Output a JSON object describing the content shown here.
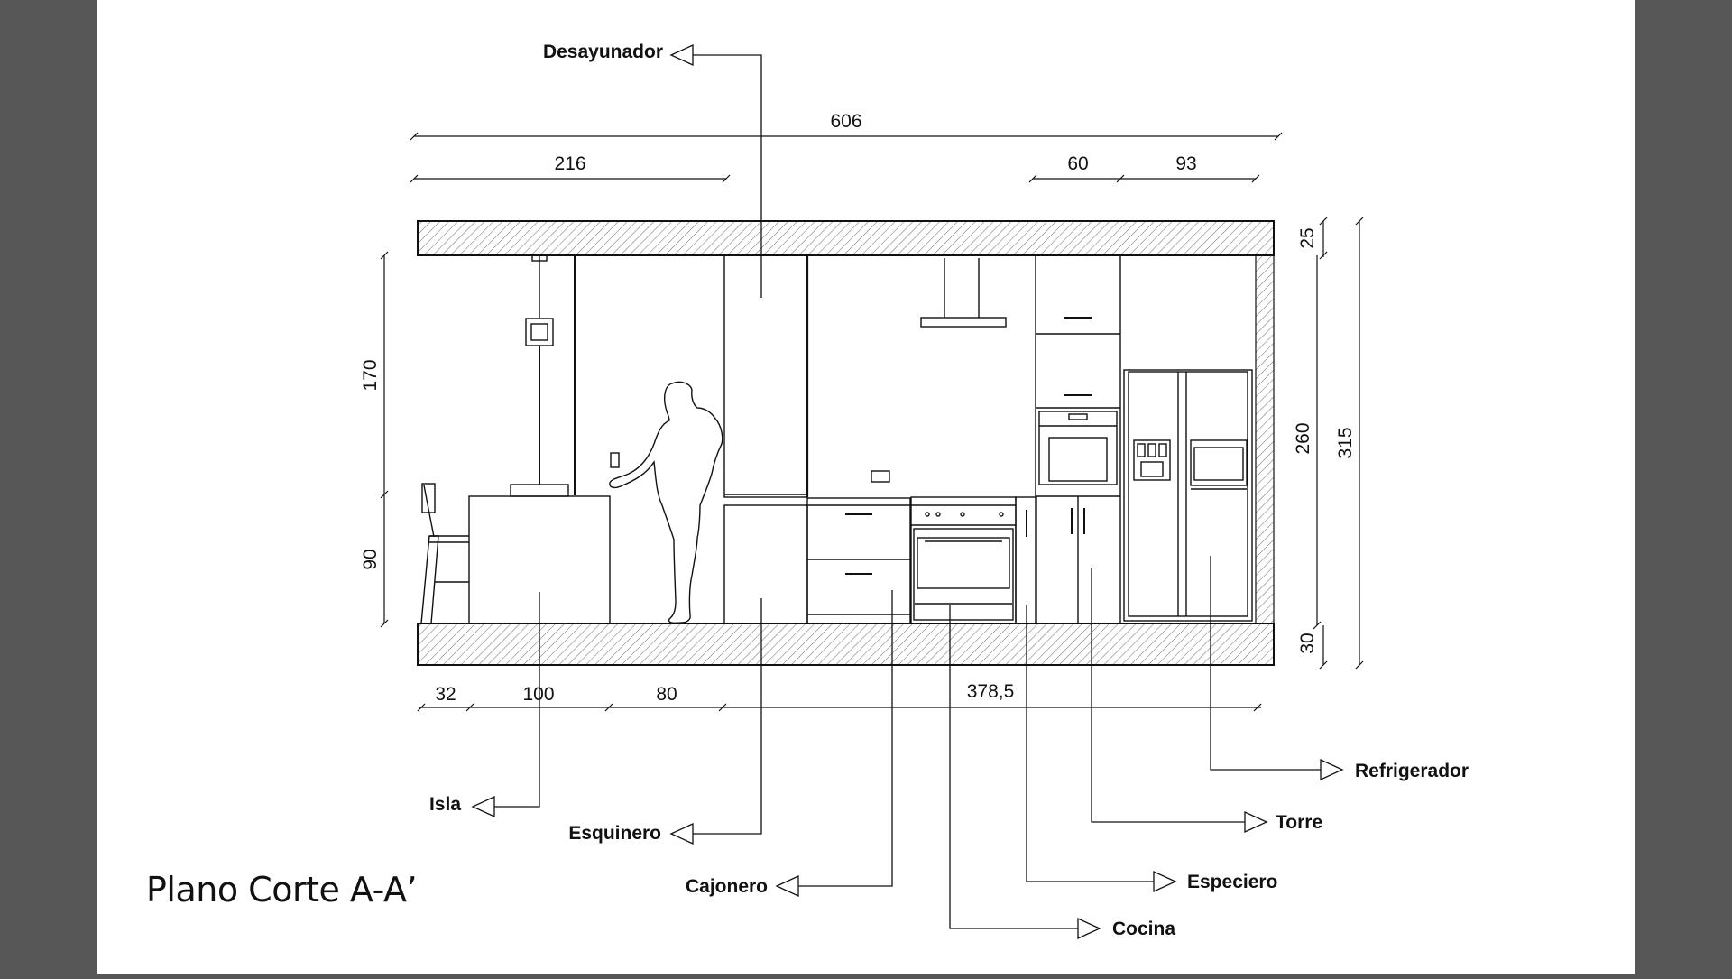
{
  "title": "Plano Corte A-A’",
  "labels": {
    "desayunador": "Desayunador",
    "isla": "Isla",
    "esquinero": "Esquinero",
    "cajonero": "Cajonero",
    "cocina": "Cocina",
    "especiero": "Especiero",
    "torre": "Torre",
    "refrigerador": "Refrigerador"
  },
  "dimensions": {
    "total_width": "606",
    "breakfast_bar": "216",
    "tower": "60",
    "fridge": "93",
    "ceiling_slab": "25",
    "height_inner": "260",
    "height_total": "315",
    "floor_slab": "30",
    "upper_height": "170",
    "counter_height": "90",
    "stool": "32",
    "island": "100",
    "corridor": "80",
    "kitchen_run": "378,5"
  },
  "colors": {
    "line": "#111111",
    "hatch": "#777777",
    "background": "#ffffff",
    "frame": "#575757"
  }
}
